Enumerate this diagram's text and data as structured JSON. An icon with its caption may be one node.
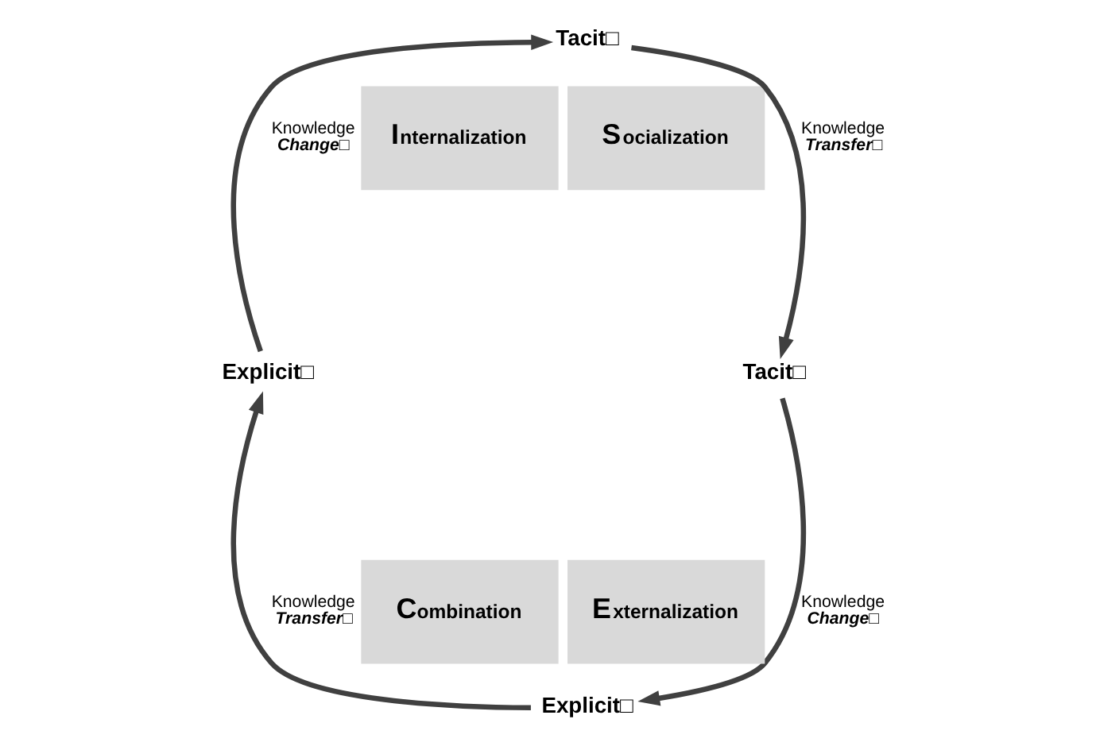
{
  "diagram": {
    "nodes": [
      {
        "text": [
          "Tacit□"
        ]
      },
      {
        "text": [
          "Internalization"
        ]
      },
      {
        "text": [
          "Socialization"
        ]
      },
      {
        "text": [
          "Explicit□"
        ]
      },
      {
        "text": [
          "Tacit□"
        ]
      },
      {
        "text": [
          "Combination"
        ]
      },
      {
        "text": [
          "Externalization"
        ]
      },
      {
        "text": [
          "Explicit□"
        ]
      }
    ],
    "edges": [
      {
        "from": 0,
        "to": 4,
        "arrow": "to",
        "label": "Knowledge Transfer□"
      },
      {
        "from": 4,
        "to": 7,
        "arrow": "to",
        "label": "Knowledge Change□"
      },
      {
        "from": 7,
        "to": 3,
        "arrow": "to",
        "label": "Knowledge Transfer□"
      },
      {
        "from": 3,
        "to": 0,
        "arrow": "to",
        "label": "Knowledge Change□"
      }
    ]
  }
}
